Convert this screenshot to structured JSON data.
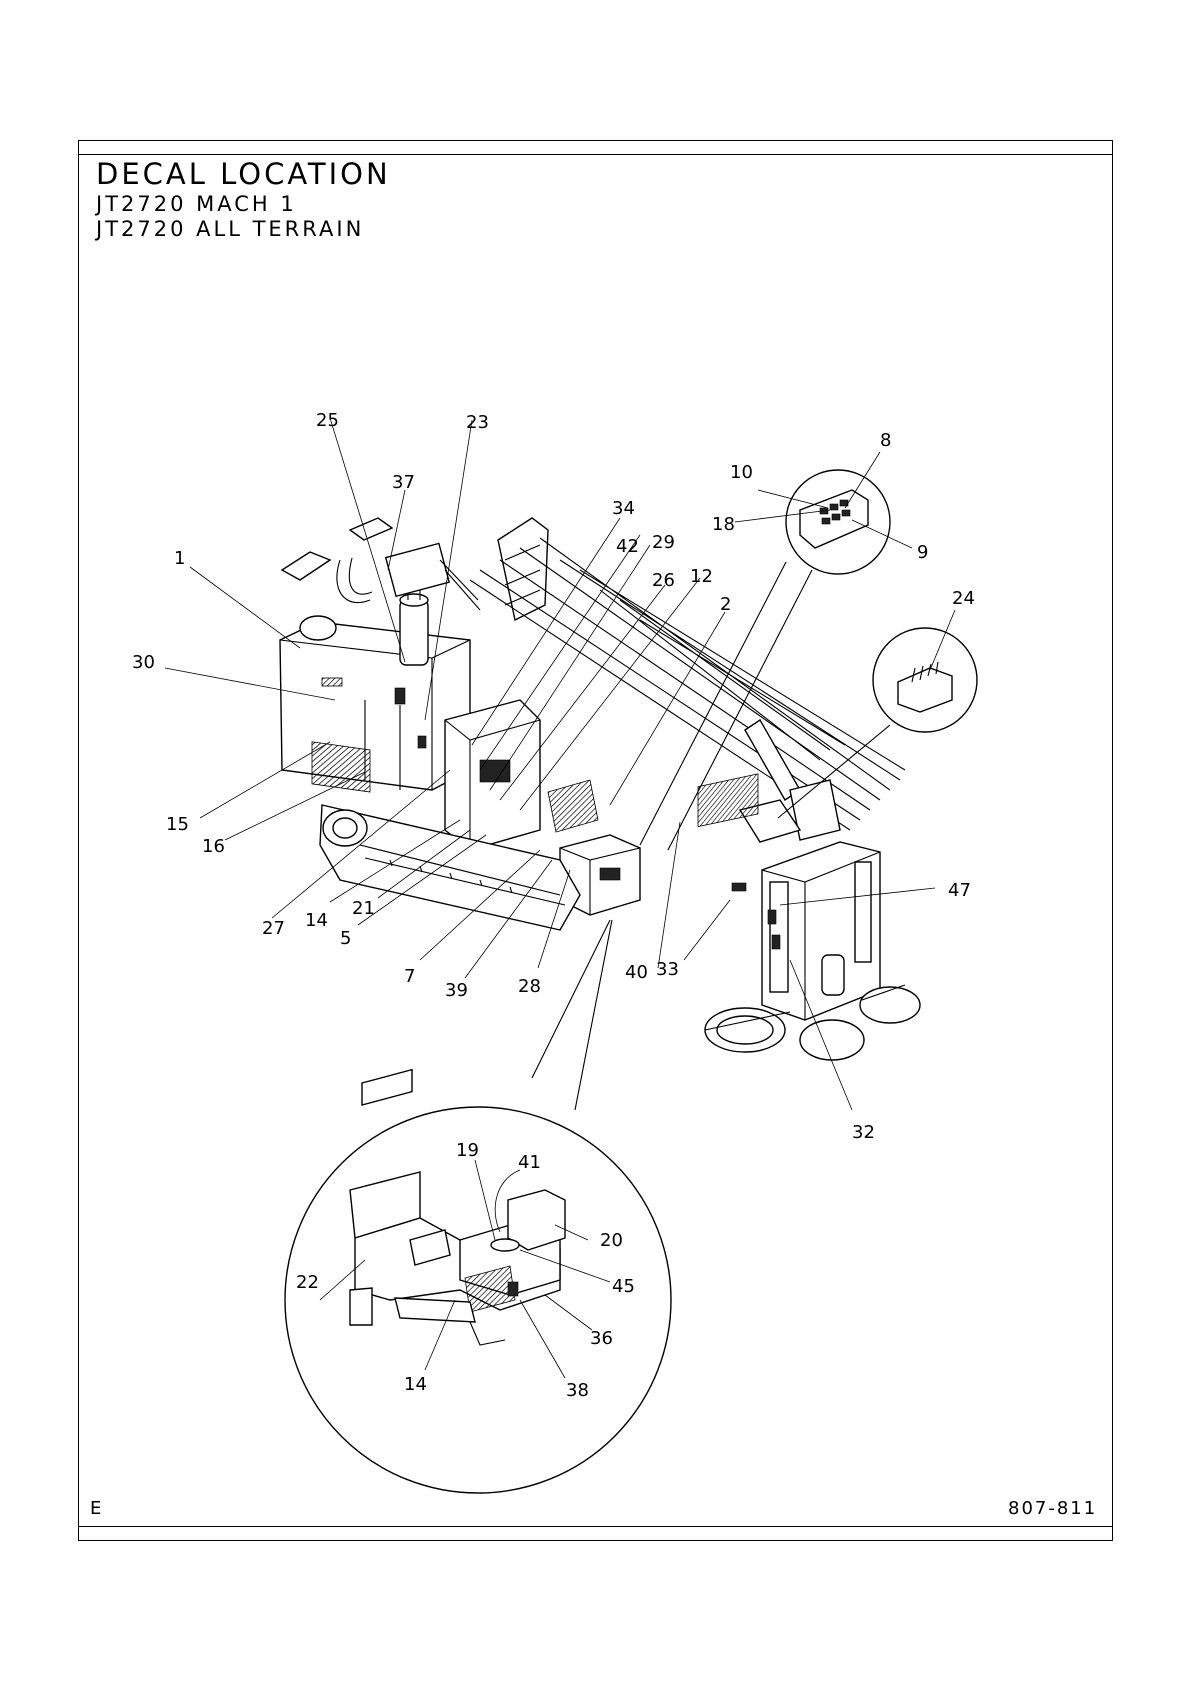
{
  "title": "DECAL LOCATION",
  "subtitle_lines": [
    "JT2720 MACH 1",
    "JT2720 ALL TERRAIN"
  ],
  "revision": "E",
  "drawing_number": "807-811",
  "callouts": [
    {
      "id": "c1",
      "label": "1"
    },
    {
      "id": "c2",
      "label": "2"
    },
    {
      "id": "c5",
      "label": "5"
    },
    {
      "id": "c7",
      "label": "7"
    },
    {
      "id": "c8",
      "label": "8"
    },
    {
      "id": "c9",
      "label": "9"
    },
    {
      "id": "c10",
      "label": "10"
    },
    {
      "id": "c12",
      "label": "12"
    },
    {
      "id": "c14a",
      "label": "14"
    },
    {
      "id": "c14b",
      "label": "14"
    },
    {
      "id": "c15",
      "label": "15"
    },
    {
      "id": "c16",
      "label": "16"
    },
    {
      "id": "c18",
      "label": "18"
    },
    {
      "id": "c19",
      "label": "19"
    },
    {
      "id": "c20",
      "label": "20"
    },
    {
      "id": "c21",
      "label": "21"
    },
    {
      "id": "c22",
      "label": "22"
    },
    {
      "id": "c23",
      "label": "23"
    },
    {
      "id": "c24",
      "label": "24"
    },
    {
      "id": "c25",
      "label": "25"
    },
    {
      "id": "c26",
      "label": "26"
    },
    {
      "id": "c27",
      "label": "27"
    },
    {
      "id": "c28",
      "label": "28"
    },
    {
      "id": "c29",
      "label": "29"
    },
    {
      "id": "c30",
      "label": "30"
    },
    {
      "id": "c32",
      "label": "32"
    },
    {
      "id": "c33",
      "label": "33"
    },
    {
      "id": "c34",
      "label": "34"
    },
    {
      "id": "c36",
      "label": "36"
    },
    {
      "id": "c37",
      "label": "37"
    },
    {
      "id": "c38",
      "label": "38"
    },
    {
      "id": "c39",
      "label": "39"
    },
    {
      "id": "c40",
      "label": "40"
    },
    {
      "id": "c41",
      "label": "41"
    },
    {
      "id": "c42",
      "label": "42"
    },
    {
      "id": "c45",
      "label": "45"
    },
    {
      "id": "c47",
      "label": "47"
    }
  ]
}
